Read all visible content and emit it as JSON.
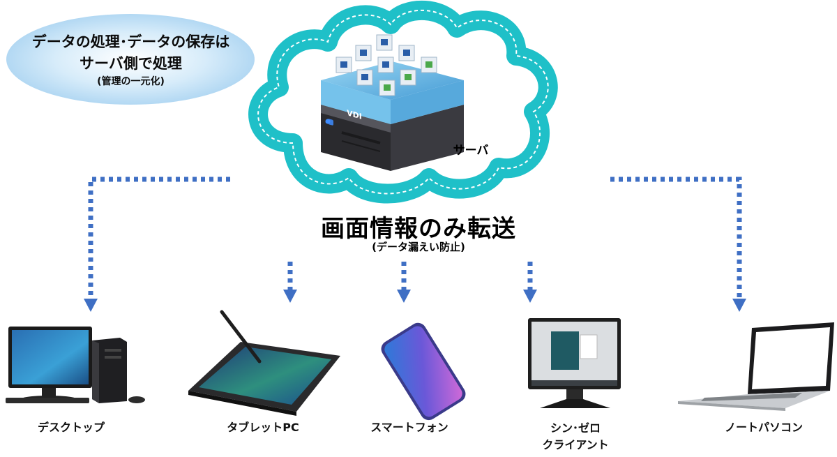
{
  "note": {
    "line1": "データの処理･データの保存は",
    "line2": "サーバ側で処理",
    "line3": "(管理の一元化)"
  },
  "server": {
    "label": "サーバ",
    "vdi_label": "VDI"
  },
  "transfer": {
    "title": "画面情報のみ転送",
    "subtitle": "(データ漏えい防止)"
  },
  "devices": {
    "desktop": {
      "label": "デスクトップ"
    },
    "tablet": {
      "label": "タブレットPC"
    },
    "smartphone": {
      "label": "スマートフォン"
    },
    "thin_client": {
      "label_line1": "シン･ゼロ",
      "label_line2": "クライアント"
    },
    "laptop": {
      "label": "ノートパソコン"
    }
  },
  "colors": {
    "cloud": "#1fc0c8",
    "arrow": "#3f6fc4",
    "ellipse": "#bfe0f6"
  }
}
